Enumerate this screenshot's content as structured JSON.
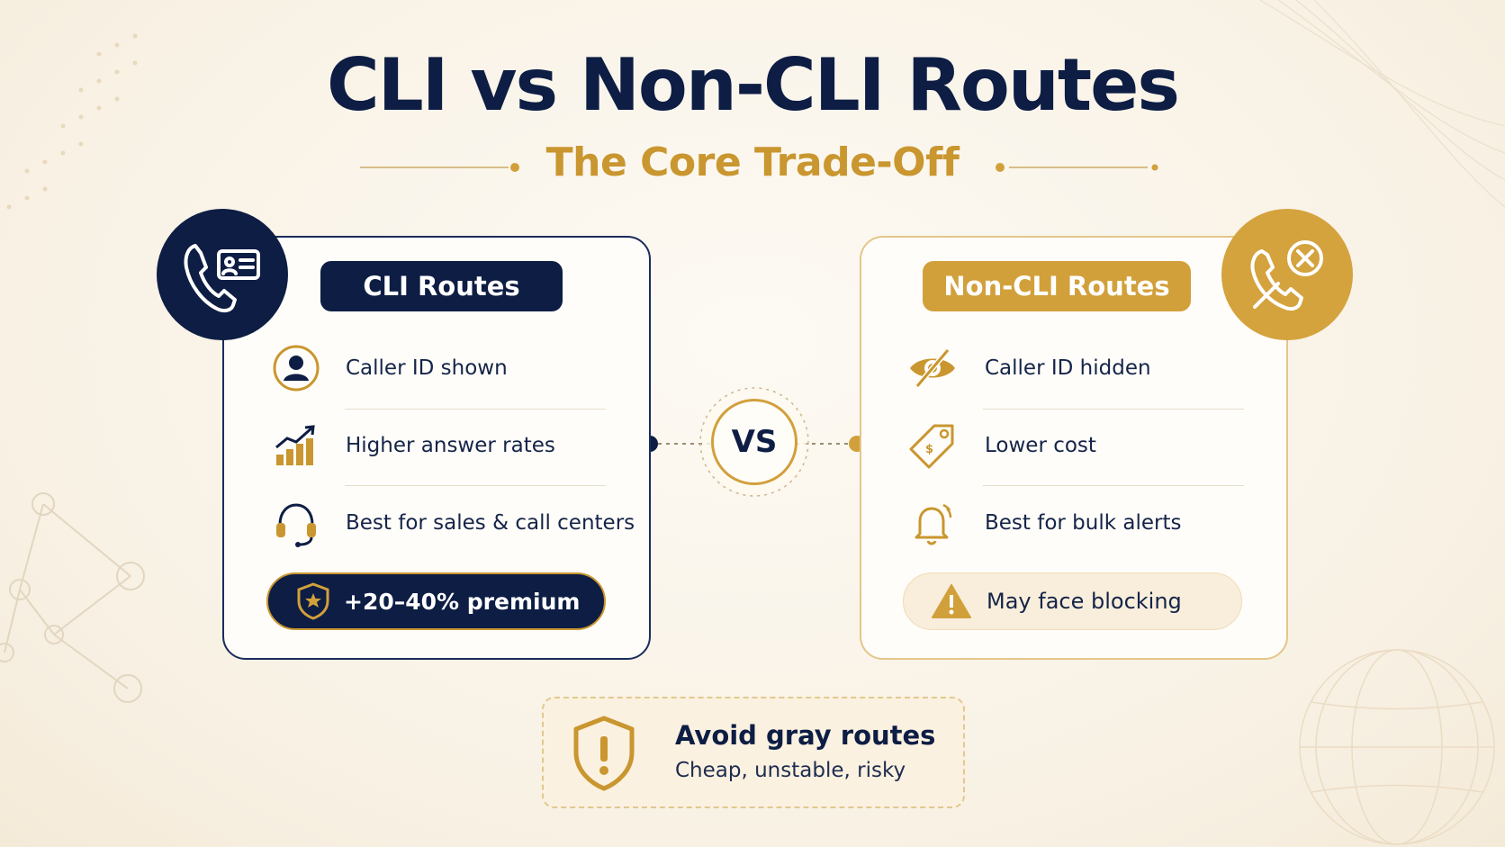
{
  "header": {
    "title": "CLI vs Non-CLI Routes",
    "subtitle": "The Core Trade-Off"
  },
  "cli": {
    "label": "CLI Routes",
    "badge_icon": "phone-id-card-icon",
    "items": [
      {
        "icon": "user-icon",
        "text": "Caller ID shown"
      },
      {
        "icon": "growth-chart-icon",
        "text": "Higher answer rates"
      },
      {
        "icon": "headset-icon",
        "text": "Best for sales & call centers"
      }
    ],
    "pill": {
      "icon": "shield-star-icon",
      "text": "+20–40% premium"
    }
  },
  "noncli": {
    "label": "Non-CLI Routes",
    "badge_icon": "phone-blocked-icon",
    "items": [
      {
        "icon": "eye-off-icon",
        "text": "Caller ID hidden"
      },
      {
        "icon": "price-tag-icon",
        "text": "Lower cost"
      },
      {
        "icon": "bell-icon",
        "text": "Best for bulk alerts"
      }
    ],
    "pill": {
      "icon": "warning-icon",
      "text": "May face blocking"
    }
  },
  "vs_label": "VS",
  "warning": {
    "icon": "shield-alert-icon",
    "title": "Avoid gray routes",
    "subtitle": "Cheap, unstable, risky"
  },
  "colors": {
    "navy": "#0d1d44",
    "gold": "#d2a03b",
    "background": "#f8f1e4"
  }
}
